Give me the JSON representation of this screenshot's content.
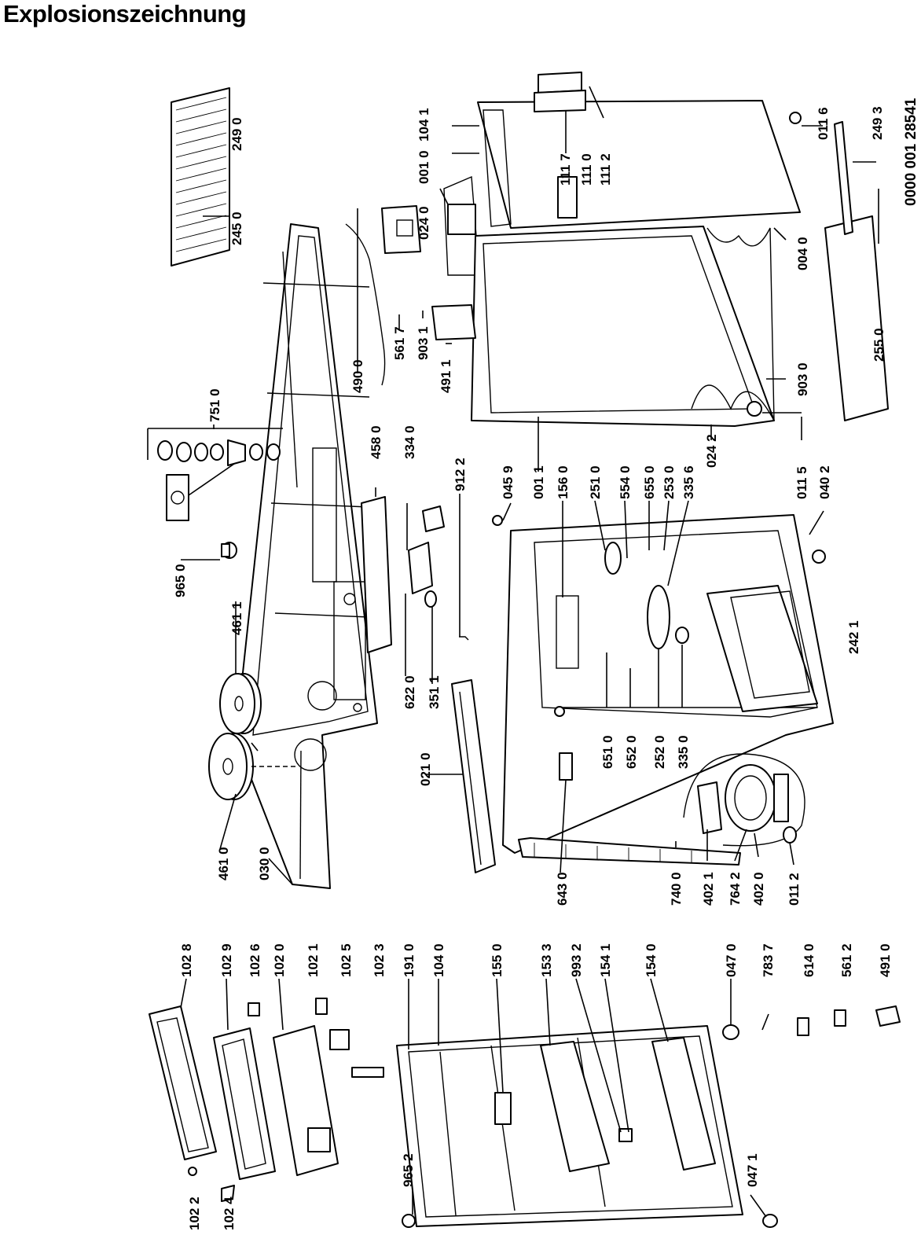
{
  "title": "Explosionszeichnung",
  "document_number": "0000 001 28541",
  "part_labels": [
    "249 0",
    "245 0",
    "751 0",
    "965 0",
    "461 1",
    "461 0",
    "030 0",
    "458 0",
    "334 0",
    "912 2",
    "622 0",
    "351 1",
    "021 0",
    "643 0",
    "740 0",
    "402 1",
    "764 2",
    "402 0",
    "011 2",
    "651 0",
    "652 0",
    "252 0",
    "335 0",
    "242 1",
    "045 9",
    "156 0",
    "251 0",
    "554 0",
    "655 0",
    "253 0",
    "335 6",
    "024 2",
    "011 5",
    "040 2",
    "001 1",
    "490 0",
    "561 7",
    "903 1",
    "491 1",
    "024 0",
    "001 0",
    "111 7",
    "111 0",
    "111 2",
    "104 1",
    "004 0",
    "903 0",
    "255 0",
    "011 6",
    "249 3",
    "102 8",
    "102 9",
    "102 6",
    "102 0",
    "102 1",
    "102 5",
    "102 3",
    "191 0",
    "104 0",
    "155 0",
    "153 3",
    "993 2",
    "154 1",
    "154 0",
    "047 0",
    "783 7",
    "614 0",
    "561 2",
    "491 0",
    "047 1",
    "102 2",
    "102 4",
    "965 2"
  ]
}
